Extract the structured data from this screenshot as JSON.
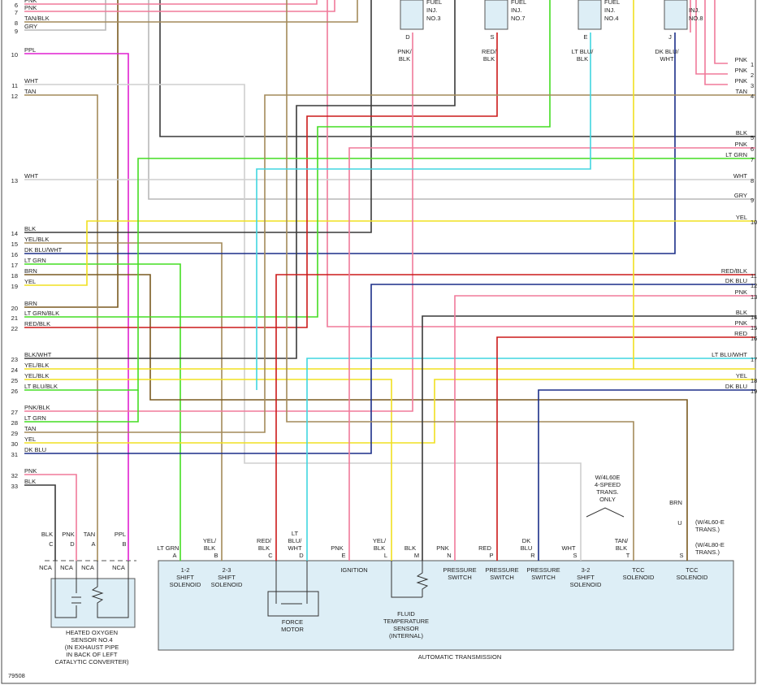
{
  "colors": {
    "PNK": "#f07a9a",
    "TAN": "#a38a5a",
    "GRY": "#b8b8b8",
    "PPL": "#e020d0",
    "WHT": "#cfcfcf",
    "BLK": "#3a3a3a",
    "LTGRN": "#44dd22",
    "YEL": "#f0e020",
    "DKBLU": "#1c2f88",
    "BRN": "#7a5a20",
    "RED": "#cc1a1a",
    "LTBLU": "#40d6e0",
    "box": "#ddeef6",
    "border": "#555555"
  },
  "left_pins": [
    {
      "n": "6",
      "c": "PNK"
    },
    {
      "n": "7",
      "c": "PNK"
    },
    {
      "n": "8",
      "c": "TAN/BLK"
    },
    {
      "n": "9",
      "c": "GRY"
    },
    {
      "n": "10",
      "c": "PPL"
    },
    {
      "n": "11",
      "c": "WHT"
    },
    {
      "n": "12",
      "c": "TAN"
    },
    {
      "n": "13",
      "c": "WHT"
    },
    {
      "n": "14",
      "c": "BLK"
    },
    {
      "n": "15",
      "c": "YEL/BLK"
    },
    {
      "n": "16",
      "c": "DK BLU/WHT"
    },
    {
      "n": "17",
      "c": "LT GRN"
    },
    {
      "n": "18",
      "c": "BRN"
    },
    {
      "n": "19",
      "c": "YEL"
    },
    {
      "n": "20",
      "c": "BRN"
    },
    {
      "n": "21",
      "c": "LT GRN/BLK"
    },
    {
      "n": "22",
      "c": "RED/BLK"
    },
    {
      "n": "23",
      "c": "BLK/WHT"
    },
    {
      "n": "24",
      "c": "YEL/BLK"
    },
    {
      "n": "25",
      "c": "YEL/BLK"
    },
    {
      "n": "26",
      "c": "LT BLU/BLK"
    },
    {
      "n": "27",
      "c": "PNK/BLK"
    },
    {
      "n": "28",
      "c": "LT GRN"
    },
    {
      "n": "29",
      "c": "TAN"
    },
    {
      "n": "30",
      "c": "YEL"
    },
    {
      "n": "31",
      "c": "DK BLU"
    },
    {
      "n": "32",
      "c": "PNK"
    },
    {
      "n": "33",
      "c": "BLK"
    }
  ],
  "right_pins": [
    {
      "n": "1",
      "c": "PNK"
    },
    {
      "n": "2",
      "c": "PNK"
    },
    {
      "n": "3",
      "c": "PNK"
    },
    {
      "n": "4",
      "c": "TAN"
    },
    {
      "n": "5",
      "c": "BLK"
    },
    {
      "n": "6",
      "c": "PNK"
    },
    {
      "n": "7",
      "c": "LT GRN"
    },
    {
      "n": "8",
      "c": "WHT"
    },
    {
      "n": "9",
      "c": "GRY"
    },
    {
      "n": "10",
      "c": "YEL"
    },
    {
      "n": "11",
      "c": "RED/BLK"
    },
    {
      "n": "12",
      "c": "DK BLU"
    },
    {
      "n": "13",
      "c": "PNK"
    },
    {
      "n": "14",
      "c": "BLK"
    },
    {
      "n": "15",
      "c": "PNK"
    },
    {
      "n": "16",
      "c": "RED"
    },
    {
      "n": "17",
      "c": "LT BLU/WHT"
    },
    {
      "n": "18",
      "c": "YEL"
    },
    {
      "n": "19",
      "c": "DK BLU"
    }
  ],
  "injectors": [
    {
      "l1": "FUEL",
      "l2": "INJ.",
      "l3": "NO.3",
      "pin": "D",
      "w1": "PNK/",
      "w2": "BLK"
    },
    {
      "l1": "FUEL",
      "l2": "INJ.",
      "l3": "NO.7",
      "pin": "S",
      "w1": "RED/",
      "w2": "BLK"
    },
    {
      "l1": "FUEL",
      "l2": "INJ.",
      "l3": "NO.4",
      "pin": "E",
      "w1": "LT BLU/",
      "w2": "BLK"
    },
    {
      "l1": "",
      "l2": "INJ.",
      "l3": "NO.8",
      "pin": "J",
      "w1": "DK BLU/",
      "w2": "WHT"
    }
  ],
  "o2": {
    "wires": [
      "BLK",
      "PNK",
      "TAN",
      "PPL"
    ],
    "pins": [
      "C",
      "D",
      "A",
      "B"
    ],
    "nca": "NCA",
    "title": [
      "HEATED OXYGEN",
      "SENSOR NO.4",
      "(IN EXHAUST PIPE",
      "IN BACK OF LEFT",
      "CATALYTIC CONVERTER)"
    ]
  },
  "trans": {
    "title": "AUTOMATIC TRANSMISSION",
    "pins": [
      {
        "pin": "A",
        "w": [
          "LT GRN"
        ],
        "d": [
          "1-2",
          "SHIFT",
          "SOLENOID"
        ]
      },
      {
        "pin": "B",
        "w": [
          "YEL/",
          "BLK"
        ],
        "d": [
          "2-3",
          "SHIFT",
          "SOLENOID"
        ]
      },
      {
        "pin": "C",
        "w": [
          "RED/",
          "BLK"
        ],
        "d": []
      },
      {
        "pin": "D",
        "w": [
          "LT",
          "BLU/",
          "WHT"
        ],
        "d": []
      },
      {
        "pin": "E",
        "w": [
          "PNK"
        ],
        "d": [
          "IGNITION"
        ]
      },
      {
        "pin": "L",
        "w": [
          "YEL/",
          "BLK"
        ],
        "d": []
      },
      {
        "pin": "M",
        "w": [
          "BLK"
        ],
        "d": []
      },
      {
        "pin": "N",
        "w": [
          "PNK"
        ],
        "d": [
          "PRESSURE",
          "SWITCH"
        ]
      },
      {
        "pin": "P",
        "w": [
          "RED"
        ],
        "d": [
          "PRESSURE",
          "SWITCH"
        ]
      },
      {
        "pin": "R",
        "w": [
          "DK",
          "BLU"
        ],
        "d": [
          "PRESSURE",
          "SWITCH"
        ]
      },
      {
        "pin": "S",
        "w": [
          "WHT"
        ],
        "d": [
          "3-2",
          "SHIFT",
          "SOLENOID"
        ]
      },
      {
        "pin": "T",
        "w": [
          "TAN/",
          "BLK"
        ],
        "d": [
          "TCC",
          "SOLENOID"
        ]
      },
      {
        "pin": "S",
        "w": [],
        "d": [
          "TCC",
          "SOLENOID"
        ]
      }
    ],
    "force_motor": [
      "FORCE",
      "MOTOR"
    ],
    "fluid_temp": [
      "FLUID",
      "TEMPERATURE",
      "SENSOR",
      "(INTERNAL)"
    ],
    "w4l60e_note": [
      "W/4L60E",
      "4-SPEED",
      "TRANS.",
      "ONLY"
    ],
    "brn": "BRN",
    "u_pin": "U",
    "u_note": [
      "(W/4L60-E",
      "TRANS.)"
    ],
    "s_note": [
      "(W/4L80-E",
      "TRANS.)"
    ]
  },
  "figure_id": "79508"
}
